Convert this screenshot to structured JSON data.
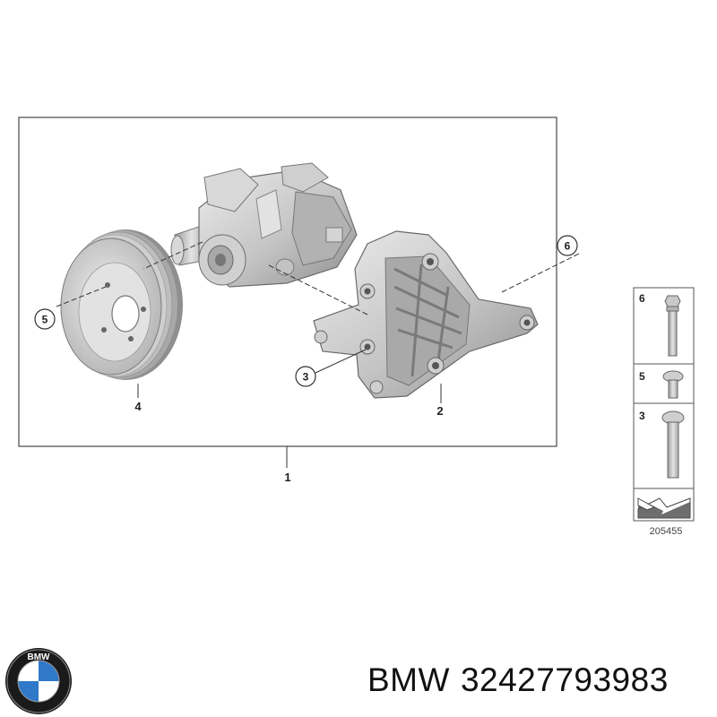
{
  "diagram": {
    "assembly_label": "1",
    "callouts": {
      "pulley": "4",
      "bracket": "2",
      "screw_circle_3": "3",
      "screw_circle_5": "5",
      "screw_circle_6": "6"
    },
    "legend": [
      {
        "label": "6",
        "part": "hex-bolt"
      },
      {
        "label": "5",
        "part": "short-torx-screw"
      },
      {
        "label": "3",
        "part": "long-torx-screw"
      }
    ],
    "diagram_code": "205455"
  },
  "footer": {
    "brand": "BMW",
    "part_number": "32427793983"
  },
  "colors": {
    "frame": "#555555",
    "part_fill": "#c9c9c9",
    "part_dark": "#8e8e8e",
    "part_light": "#ececec"
  }
}
